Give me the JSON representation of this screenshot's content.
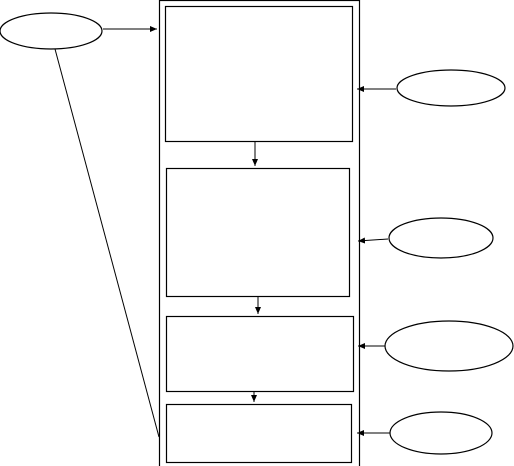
{
  "diagram": {
    "blocks": [
      {
        "id": "block-1",
        "label": ""
      },
      {
        "id": "block-2",
        "label": ""
      },
      {
        "id": "block-3",
        "label": ""
      },
      {
        "id": "block-4",
        "label": ""
      }
    ],
    "inputs": [
      {
        "id": "input-top-left",
        "label": ""
      },
      {
        "id": "input-right-1",
        "label": ""
      },
      {
        "id": "input-right-2",
        "label": ""
      },
      {
        "id": "input-right-3",
        "label": ""
      },
      {
        "id": "input-right-4",
        "label": ""
      }
    ]
  }
}
